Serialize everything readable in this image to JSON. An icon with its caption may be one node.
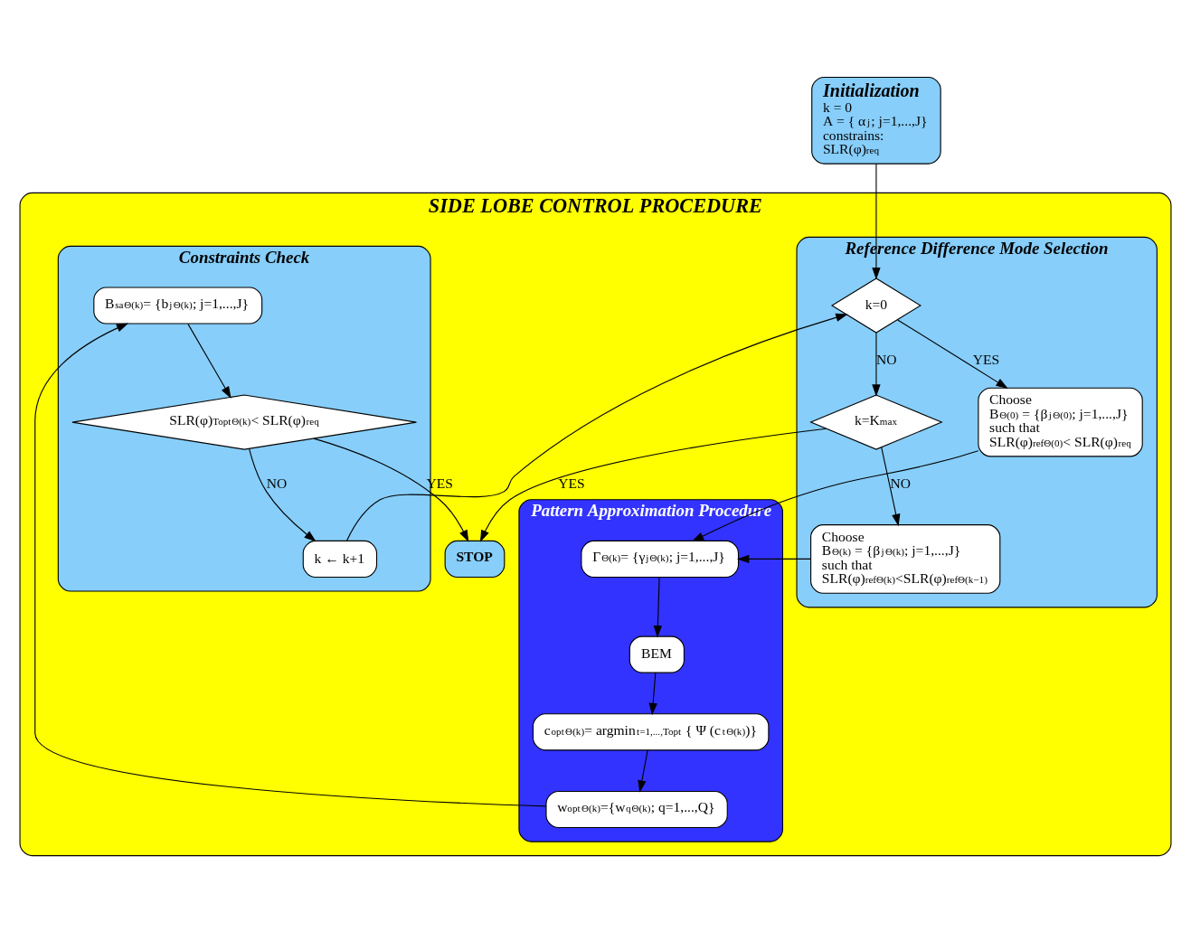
{
  "diagram": {
    "nodes": [
      {
        "text": [
          "Initialization",
          "k = 0",
          "A = { α$_{j}$; j=1,...,J}",
          "constrains:",
          "SLR(φ)$_{req}$"
        ]
      },
      {
        "text": [
          "SIDE LOBE CONTROL PROCEDURE"
        ]
      },
      {
        "text": [
          "Reference Difference Mode Selection"
        ],
        "in": 1
      },
      {
        "text": [
          "k=0"
        ],
        "in": 2
      },
      {
        "text": [
          "k=K$_{max}$"
        ],
        "in": 2
      },
      {
        "text": [
          "Choose",
          "B$^{Θ(k)}$ = {β$_{j}$$^{Θ(k)}$; j=1,...,J}",
          "such that",
          "SLR(φ)$_{ref}$$^{Θ(k)}$<SLR(φ)$_{ref}$$^{Θ(k−1)}$"
        ],
        "in": 2
      },
      {
        "text": [
          "Choose",
          "B$^{Θ(0)}$ = {β$_{j}$$^{Θ(0)}$; j=1,...,J}",
          "such that",
          "SLR(φ)$_{ref}$$^{Θ(0)}$< SLR(φ)$_{req}$"
        ],
        "in": 2
      },
      {
        "text": [
          "STOP"
        ],
        "in": 1
      },
      {
        "text": [
          "Constraints Check"
        ],
        "in": 1
      },
      {
        "text": [
          "k ← k+1"
        ],
        "in": 8
      },
      {
        "text": [
          "B$_{sa}$$^{Θ(k)}$= {b$_{j}$$^{Θ(k)}$; j=1,...,J}"
        ],
        "in": 8
      },
      {
        "text": [
          "SLR(φ)$_{Topt}$$^{Θ(k)}$< SLR(φ)$_{req}$"
        ],
        "in": 8
      },
      {
        "text": [
          "Pattern Approximation Procedure"
        ],
        "in": 1
      },
      {
        "text": [
          "Γ$^{Θ(k)}$= {γ$_{j}$$^{Θ(k)}$; j=1,...,J}"
        ],
        "in": 12
      },
      {
        "text": [
          "BEM"
        ],
        "in": 12
      },
      {
        "text": [
          "c$_{opt}$$^{Θ(k)}$= argmin$_{t=1,...,Topt}$ { Ψ (c$_{t}$$^{Θ(k)}$)}"
        ],
        "in": 12
      },
      {
        "text": [
          "w$_{opt}$$^{Θ(k)}$={w$_{q}$$^{Θ(k)}$; q=1,...,Q}"
        ],
        "in": 12
      }
    ],
    "edges": [
      {
        "from": 0,
        "to": 3,
        "arrow": "to"
      },
      {
        "from": 3,
        "to": 4,
        "arrow": "to",
        "label": "NO"
      },
      {
        "from": 4,
        "to": 5,
        "arrow": "to",
        "label": "NO"
      },
      {
        "from": 3,
        "to": 6,
        "arrow": "to",
        "label": "YES"
      },
      {
        "from": 4,
        "to": 7,
        "arrow": "to",
        "label": "YES"
      },
      {
        "from": 5,
        "to": 13,
        "arrow": "to"
      },
      {
        "from": 6,
        "to": 13,
        "arrow": "to"
      },
      {
        "from": 13,
        "to": 14,
        "arrow": "to"
      },
      {
        "from": 14,
        "to": 15,
        "arrow": "to"
      },
      {
        "from": 15,
        "to": 16,
        "arrow": "to"
      },
      {
        "from": 16,
        "to": 10,
        "arrow": "to"
      },
      {
        "from": 10,
        "to": 11,
        "arrow": "to"
      },
      {
        "from": 11,
        "to": 9,
        "arrow": "to",
        "label": "NO"
      },
      {
        "from": 11,
        "to": 7,
        "arrow": "to",
        "label": "YES"
      },
      {
        "from": 9,
        "to": 3,
        "arrow": "to"
      }
    ]
  }
}
